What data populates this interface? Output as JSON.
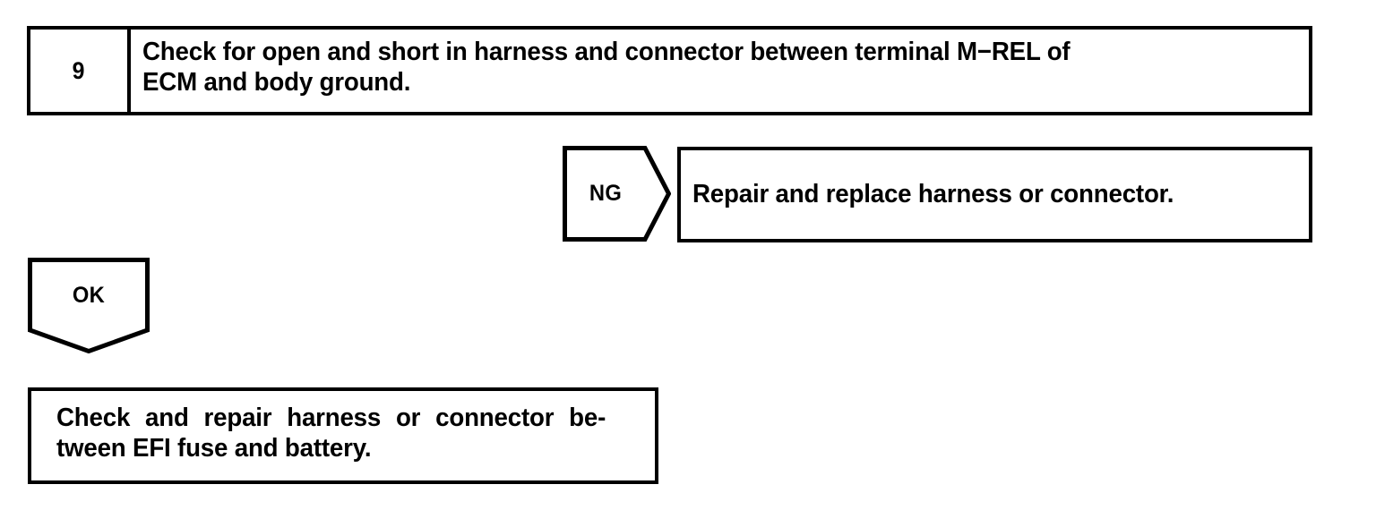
{
  "flowchart": {
    "step": {
      "number": "9",
      "instruction_line_1": "Check for open and short in harness and connector between terminal M−REL of",
      "instruction_line_2": "ECM and body ground.",
      "instruction_full": "Check for open and short in harness and connector between terminal M−REL of\nECM and body ground."
    },
    "branches": [
      {
        "tag": "NG",
        "tag_shape": "pentagon-right-arrow",
        "outcome": "Repair and replace harness or connector."
      },
      {
        "tag": "OK",
        "tag_shape": "pentagon-down-arrow",
        "outcome_words_line_1": [
          "Check",
          "and",
          "repair",
          "harness",
          "or",
          "connector",
          "be-"
        ],
        "outcome_line_2": "tween EFI fuse and battery.",
        "outcome_full": "Check and repair harness or connector be-tween EFI fuse and battery."
      }
    ],
    "colors": {
      "ink": "#000000",
      "paper": "#ffffff"
    }
  }
}
